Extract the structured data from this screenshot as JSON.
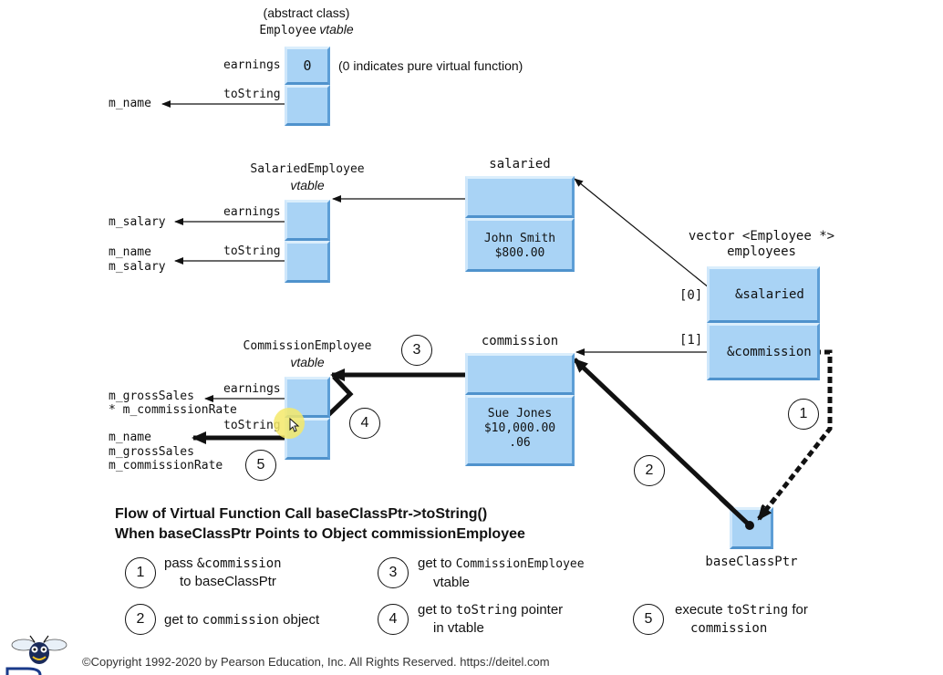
{
  "employee_vtable": {
    "caption_line1": "(abstract class)",
    "caption_line2": "Employee",
    "caption_italic": "vtable",
    "earnings_label": "earnings",
    "earnings_value": "0",
    "earnings_note": "(0 indicates pure virtual function)",
    "tostring_label": "toString",
    "tostring_target": "m_name"
  },
  "salaried_vtable": {
    "caption_line1": "SalariedEmployee",
    "caption_italic": "vtable",
    "earnings_label": "earnings",
    "earnings_target": "m_salary",
    "tostring_label": "toString",
    "tostring_target_1": "m_name",
    "tostring_target_2": "m_salary"
  },
  "salaried_object": {
    "name": "salaried",
    "line1": "John Smith",
    "line2": "$800.00"
  },
  "employees_vector": {
    "caption_line1": "vector <Employee *>",
    "caption_line2": "employees",
    "index0": "[0]",
    "item0": "&salaried",
    "index1": "[1]",
    "item1": "&commission"
  },
  "commission_vtable": {
    "caption_line1": "CommissionEmployee",
    "caption_italic": "vtable",
    "earnings_label": "earnings",
    "earnings_target_1": "m_grossSales",
    "earnings_target_2": "* m_commissionRate",
    "tostring_label": "toString",
    "tostring_target_1": "m_name",
    "tostring_target_2": "m_grossSales",
    "tostring_target_3": "m_commissionRate"
  },
  "commission_object": {
    "name": "commission",
    "line1": "Sue Jones",
    "line2": "$10,000.00",
    "line3": ".06"
  },
  "base_class_ptr": {
    "label": "baseClassPtr"
  },
  "step_numbers": {
    "s1": "1",
    "s2": "2",
    "s3": "3",
    "s4": "4",
    "s5": "5"
  },
  "flow_title": {
    "line1": "Flow of Virtual Function Call baseClassPtr->toString()",
    "line2_a": "When baseClassPtr Points to Object ",
    "line2_b": "commissionEmployee"
  },
  "legend": {
    "s1_a": "pass ",
    "s1_b": "&commission",
    "s1_c": "to baseClassPtr",
    "s2_a": "get to ",
    "s2_b": "commission",
    "s2_c": " object",
    "s3_a": "get to ",
    "s3_b": "CommissionEmployee",
    "s3_c": "vtable",
    "s4_a": "get to ",
    "s4_b": "toString",
    "s4_c": " pointer",
    "s4_d": "in vtable",
    "s5_a": "execute ",
    "s5_b": "toString",
    "s5_c": " for",
    "s5_d": "commission"
  },
  "footer": {
    "copyright": "©Copyright 1992-2020 by Pearson Education, Inc. All Rights Reserved. https://deitel.com"
  },
  "colors": {
    "cell_fill": "#a9d3f5",
    "cell_dark_edge": "#4f92cc",
    "highlight": "#f5e96a",
    "arrow": "#111111"
  }
}
